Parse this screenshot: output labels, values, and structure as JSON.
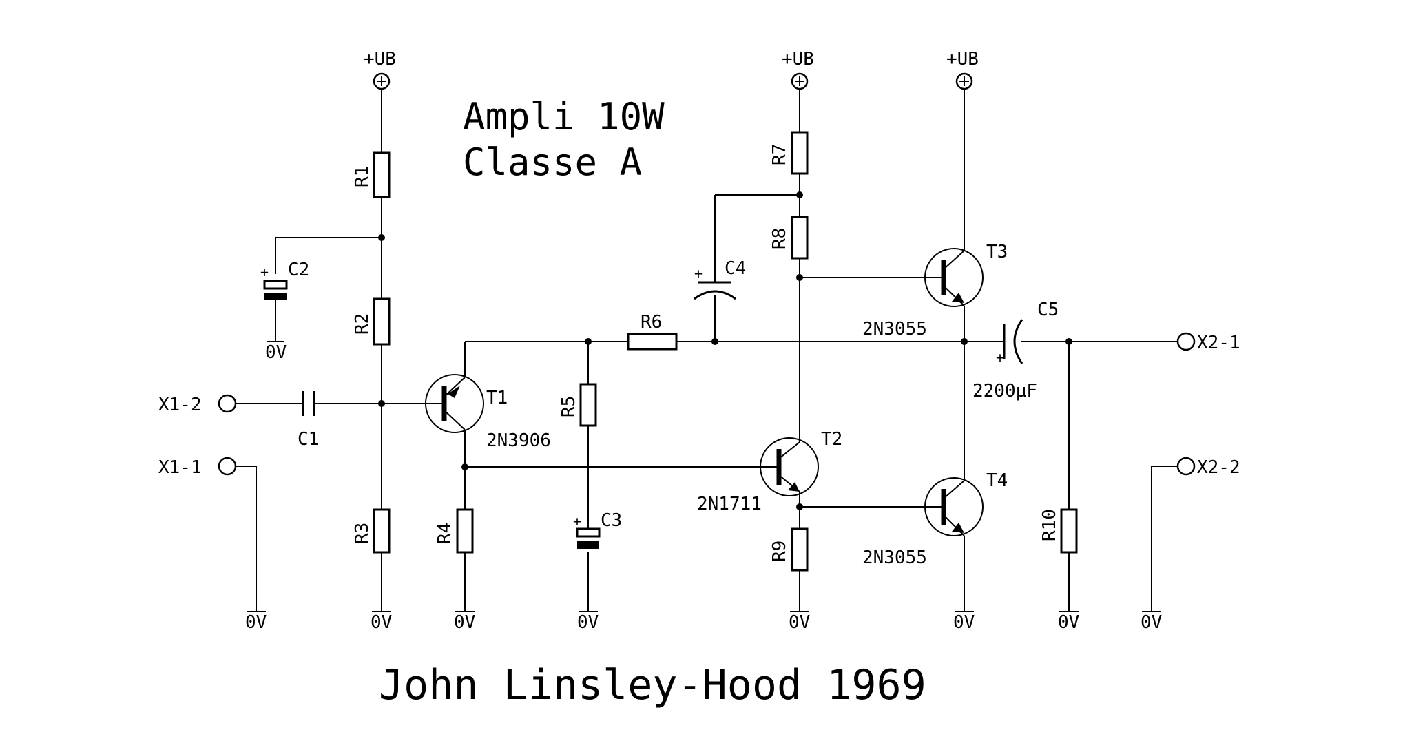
{
  "title": {
    "line1": "Ampli 10W",
    "line2": "Classe A"
  },
  "footer": "John Linsley-Hood 1969",
  "supply": {
    "positive": "+UB",
    "ground": "0V"
  },
  "resistors": {
    "r1": "R1",
    "r2": "R2",
    "r3": "R3",
    "r4": "R4",
    "r5": "R5",
    "r6": "R6",
    "r7": "R7",
    "r8": "R8",
    "r9": "R9",
    "r10": "R10"
  },
  "capacitors": {
    "c1": "C1",
    "c2": "C2",
    "c3": "C3",
    "c4": "C4",
    "c5": "C5",
    "c5_value": "2200µF"
  },
  "transistors": {
    "t1": {
      "ref": "T1",
      "part": "2N3906"
    },
    "t2": {
      "ref": "T2",
      "part": "2N1711"
    },
    "t3": {
      "ref": "T3",
      "part": "2N3055"
    },
    "t4": {
      "ref": "T4",
      "part": "2N3055"
    }
  },
  "connectors": {
    "x1_1": "X1-1",
    "x1_2": "X1-2",
    "x2_1": "X2-1",
    "x2_2": "X2-2"
  },
  "polarity": "+"
}
